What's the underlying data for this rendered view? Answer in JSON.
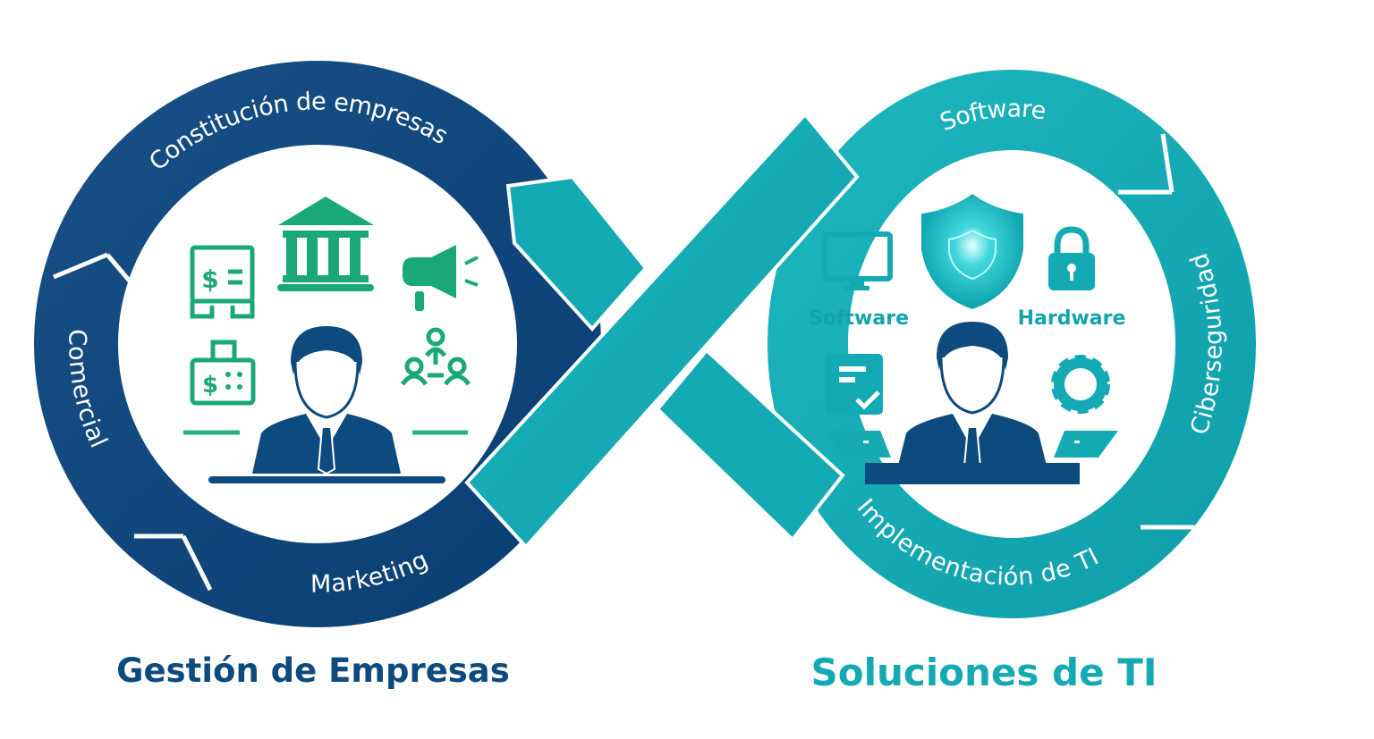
{
  "left": {
    "title": "Gestión de Empresas",
    "ring_labels": {
      "top": "Constitución de empresas",
      "left": "Comercial",
      "bottom": "Marketing"
    }
  },
  "right": {
    "title": "Soluciones de TI",
    "ring_labels": {
      "top": "Software",
      "right": "Ciberseguridad",
      "bottom": "Implementación de TI"
    },
    "inner_labels": {
      "software": "Software",
      "hardware": "Hardware"
    }
  },
  "colors": {
    "navy": "#0d4a7e",
    "teal": "#14aab4",
    "green": "#1aa877",
    "white": "#ffffff"
  }
}
